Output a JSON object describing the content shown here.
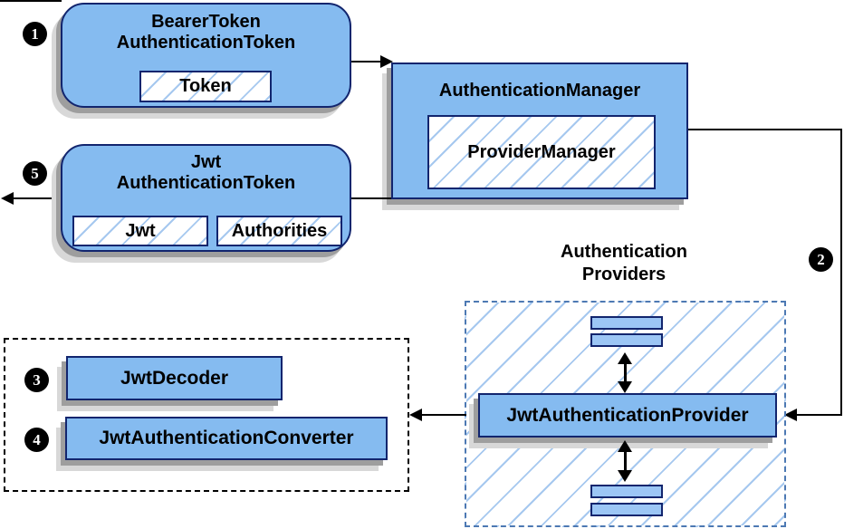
{
  "diagram": {
    "nodes": {
      "bearer_token": {
        "line1": "BearerToken",
        "line2": "AuthenticationToken",
        "field": "Token"
      },
      "auth_manager": {
        "title": "AuthenticationManager",
        "inner": "ProviderManager"
      },
      "jwt_token": {
        "line1": "Jwt",
        "line2": "AuthenticationToken",
        "field_jwt": "Jwt",
        "field_authorities": "Authorities"
      },
      "jwt_provider": {
        "label": "JwtAuthenticationProvider"
      },
      "jwt_decoder": {
        "label": "JwtDecoder"
      },
      "jwt_converter": {
        "label": "JwtAuthenticationConverter"
      }
    },
    "groups": {
      "providers": {
        "line1": "Authentication",
        "line2": "Providers"
      }
    },
    "steps": {
      "s1": "1",
      "s2": "2",
      "s3": "3",
      "s4": "4",
      "s5": "5"
    },
    "colors": {
      "node_fill": "#85bbf0",
      "node_border": "#12256e",
      "hatch_line": "#a6c8ef",
      "dashed_blue_border": "#4d79b3",
      "dashed_black_border": "#000000",
      "shadow_dark": "#9e9e9e",
      "shadow_light": "#d8d8d8",
      "arrow": "#000000",
      "badge_bg": "#000000",
      "badge_text": "#ffffff"
    }
  }
}
